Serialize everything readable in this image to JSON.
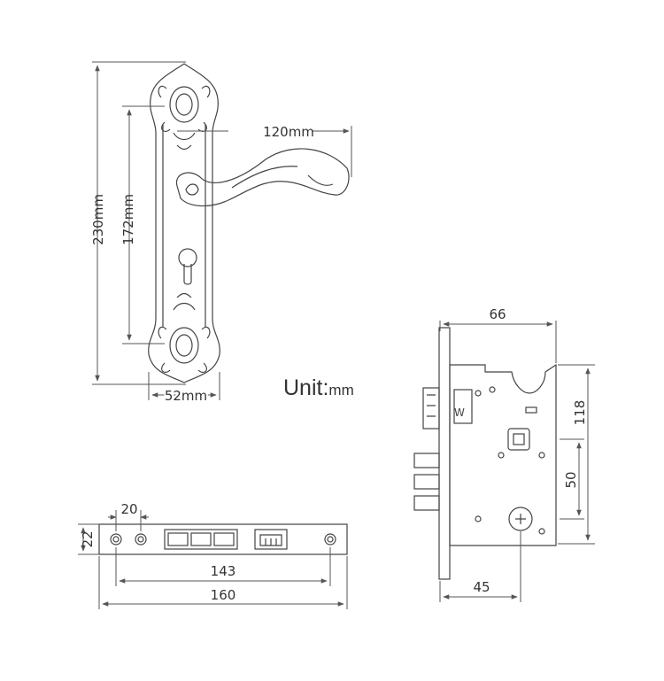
{
  "unit": {
    "label": "Unit:",
    "value": "mm"
  },
  "handle": {
    "total_height": "230mm",
    "hole_spacing": "172mm",
    "plate_width": "52mm",
    "lever_length": "120mm"
  },
  "lock_body": {
    "width": "66",
    "height": "118",
    "spindle_to_cylinder": "50",
    "backset": "45"
  },
  "faceplate": {
    "height": "22",
    "hole_spacing": "20",
    "screw_spacing": "143",
    "length": "160"
  }
}
